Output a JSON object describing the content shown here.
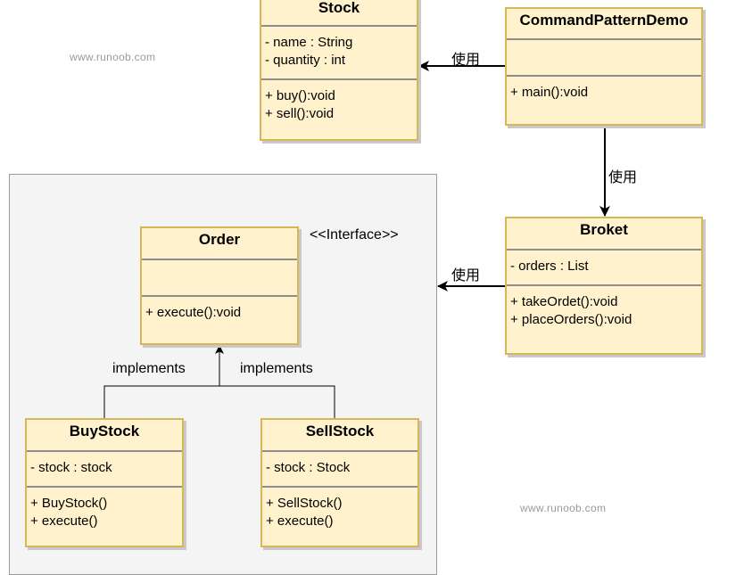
{
  "watermarks": [
    "www.runoob.com",
    "www.runoob.com"
  ],
  "stereotype": "<<Interface>>",
  "classes": {
    "stock": {
      "name": "Stock",
      "attributes": [
        "- name : String",
        "- quantity : int"
      ],
      "operations": [
        "+ buy():void",
        "+ sell():void"
      ]
    },
    "demo": {
      "name": "CommandPatternDemo",
      "attributes": [],
      "operations": [
        "+ main():void"
      ]
    },
    "broker": {
      "name": "Broket",
      "attributes": [
        "- orders : List"
      ],
      "operations": [
        "+ takeOrdet():void",
        "+ placeOrders():void"
      ]
    },
    "order": {
      "name": "Order",
      "attributes": [],
      "operations": [
        "+ execute():void"
      ]
    },
    "buy": {
      "name": "BuyStock",
      "attributes": [
        "- stock : stock"
      ],
      "operations": [
        "+ BuyStock()",
        "+ execute()"
      ]
    },
    "sell": {
      "name": "SellStock",
      "attributes": [
        "- stock : Stock"
      ],
      "operations": [
        "+ SellStock()",
        "+ execute()"
      ]
    }
  },
  "edges": {
    "demo_stock": "使用",
    "demo_broker": "使用",
    "broker_group": "使用",
    "impl_left": "implements",
    "impl_right": "implements"
  }
}
